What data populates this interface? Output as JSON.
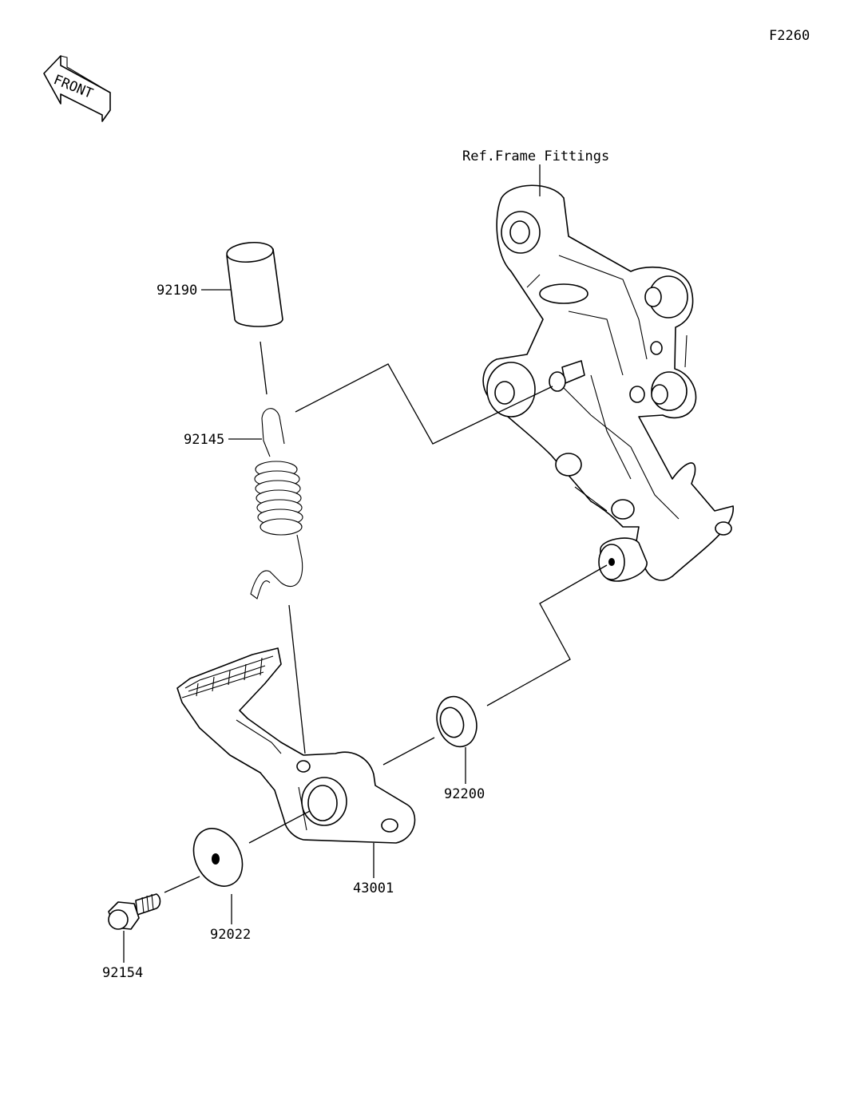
{
  "diagram_code": "F2260",
  "front_arrow": {
    "text": "FRONT",
    "icon": "front-direction-arrow-icon"
  },
  "callouts": [
    {
      "id": "ref",
      "label": "Ref.Frame Fittings"
    },
    {
      "id": "p92190",
      "label": "92190"
    },
    {
      "id": "p92145",
      "label": "92145"
    },
    {
      "id": "p92200",
      "label": "92200"
    },
    {
      "id": "p43001",
      "label": "43001"
    },
    {
      "id": "p92022",
      "label": "92022"
    },
    {
      "id": "p92154",
      "label": "92154"
    }
  ]
}
